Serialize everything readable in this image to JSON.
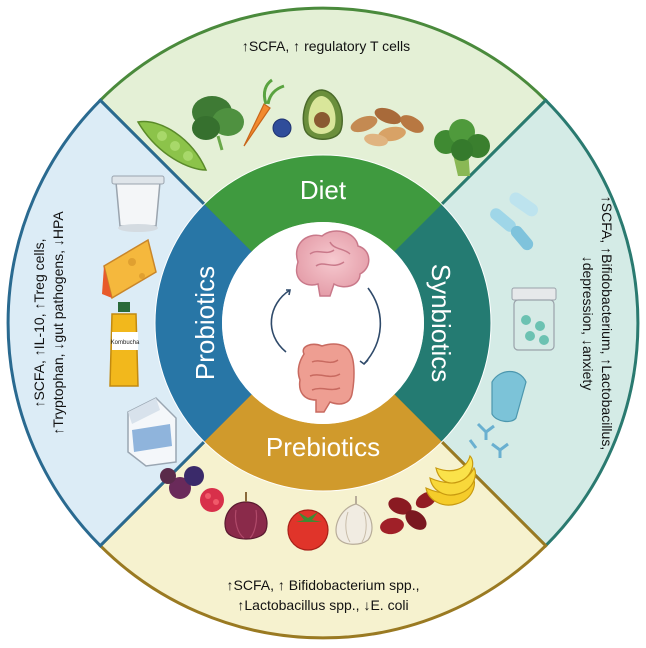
{
  "sections": {
    "diet": {
      "label": "Diet",
      "effect_line1": "↑SCFA,  ↑ regulatory T cells",
      "foods": [
        "pea-pod",
        "spinach",
        "carrot",
        "blueberry",
        "avocado",
        "nuts",
        "broccoli"
      ]
    },
    "probiotics": {
      "label": "Probiotics",
      "effect_line1": "↑SCFA, ↑IL-10, ↑Treg cells,",
      "effect_line2": "↑Tryptophan, ↓gut pathogens, ↓HPA",
      "foods": [
        "yogurt-cup",
        "cheese",
        "kombucha-bottle",
        "milk-carton"
      ],
      "bottle_text": "Kombucha"
    },
    "synbiotics": {
      "label": "Synbiotics",
      "effect_line1": "↑SCFA, ↑Bifidobacterium, ↑Lactobacillus,",
      "effect_line2": "↓depression, ↓anxiety",
      "foods": [
        "capsules",
        "pill-bottle",
        "open-capsule",
        "bacteria"
      ]
    },
    "prebiotics": {
      "label": "Prebiotics",
      "effect_line1": "↑SCFA, ↑ Bifidobacterium spp.,",
      "effect_line2": "↑Lactobacillus spp., ↓E. coli",
      "foods": [
        "berries",
        "raspberry",
        "onion",
        "tomato",
        "garlic",
        "kidney-beans",
        "bananas"
      ]
    }
  },
  "center": {
    "icons": [
      "brain",
      "intestine",
      "cycle-arrows"
    ]
  },
  "colors": {
    "diet_ring": "#3f9a3f",
    "probiotics_ring": "#2876a6",
    "synbiotics_ring": "#247b72",
    "prebiotics_ring": "#d09a2c",
    "diet_outer": "#e4f0d6",
    "probiotics_outer": "#dcecf6",
    "synbiotics_outer": "#d4ebe6",
    "prebiotics_outer": "#f6f2cf"
  }
}
